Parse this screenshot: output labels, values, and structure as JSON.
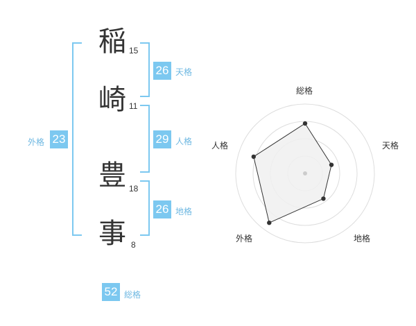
{
  "name_chars": [
    {
      "char": "稲",
      "strokes": "15"
    },
    {
      "char": "崎",
      "strokes": "11"
    },
    {
      "char": "豊",
      "strokes": "18"
    },
    {
      "char": "事",
      "strokes": "8"
    }
  ],
  "fortunes": {
    "tenkaku": {
      "value": "26",
      "label": "天格"
    },
    "jinkaku": {
      "value": "29",
      "label": "人格"
    },
    "chikaku": {
      "value": "26",
      "label": "地格"
    },
    "gaikaku": {
      "value": "23",
      "label": "外格"
    },
    "soukaku": {
      "value": "52",
      "label": "総格"
    }
  },
  "radar": {
    "labels": {
      "top": "総格",
      "right": "天格",
      "bottom_right": "地格",
      "bottom_left": "外格",
      "left": "人格"
    },
    "levels": 4,
    "values": {
      "top": 0.72,
      "right": 0.4,
      "bottom_right": 0.45,
      "bottom_left": 0.88,
      "left": 0.78
    }
  },
  "colors": {
    "accent": "#7cc8f0",
    "accent_text": "#6fb8e2",
    "text": "#333333",
    "radar_fill": "#f0f0f0",
    "radar_grid": "#dddddd",
    "radar_line": "#333333"
  }
}
